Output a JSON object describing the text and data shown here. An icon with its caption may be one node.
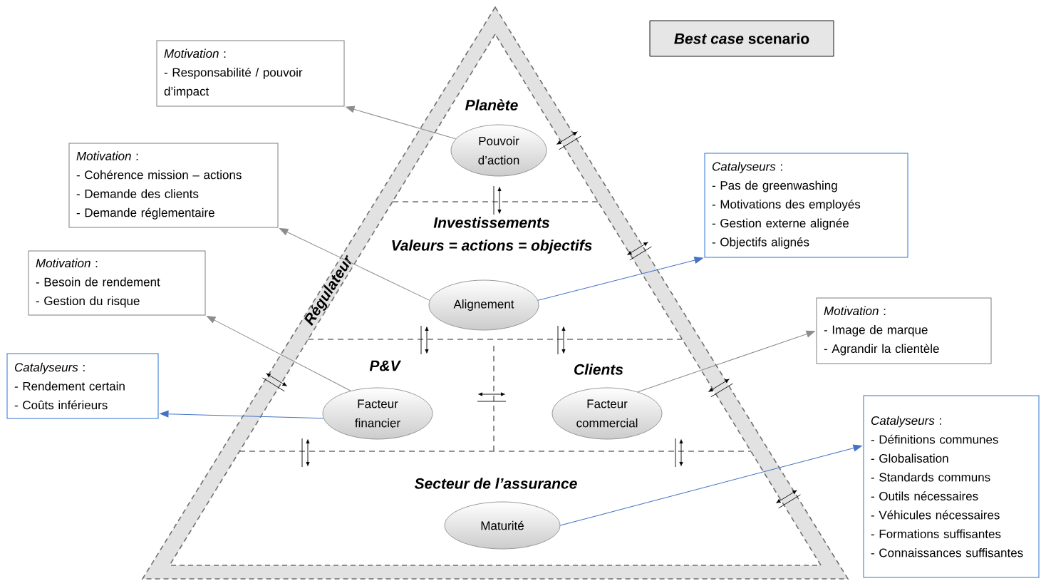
{
  "diagram": {
    "nodes": [
      {
        "text": [
          "*Best case* scenario"
        ]
      },
      {
        "text": [
          "*Motivation* :",
          "- Responsabilité / pouvoir d’impact"
        ]
      },
      {
        "text": [
          "*Motivation* :",
          "- Cohérence mission – actions",
          "- Demande des clients",
          "- Demande réglementaire"
        ]
      },
      {
        "text": [
          "*Motivation* :",
          "- Besoin de rendement",
          "- Gestion du risque"
        ]
      },
      {
        "text": [
          "*Catalyseurs* :",
          "- Rendement certain",
          "- Coûts inférieurs"
        ]
      },
      {
        "text": [
          "*Catalyseurs* :",
          "- Pas de greenwashing",
          "- Motivations des employés",
          "- Gestion externe alignée",
          "- Objectifs alignés"
        ]
      },
      {
        "text": [
          "*Motivation* :",
          "- Image de marque",
          "- Agrandir la clientèle"
        ]
      },
      {
        "text": [
          "*Catalyseurs* :",
          "- Définitions communes",
          "- Globalisation",
          "- Standards communs",
          "- Outils nécessaires",
          "- Véhicules nécessaires",
          "- Formations suffisantes",
          "- Connaissances suffisantes"
        ]
      },
      {
        "text": [
          "Pouvoir d’action"
        ]
      },
      {
        "text": [
          "Alignement"
        ]
      },
      {
        "text": [
          "Facteur financier"
        ]
      },
      {
        "text": [
          "Facteur commercial"
        ]
      },
      {
        "text": [
          "Maturité"
        ]
      }
    ],
    "edges": [
      {
        "from": 8,
        "to": 1,
        "arrow": "to",
        "color": "#8c8c8c"
      },
      {
        "from": 9,
        "to": 2,
        "arrow": "to",
        "color": "#8c8c8c"
      },
      {
        "from": 10,
        "to": 3,
        "arrow": "to",
        "color": "#8c8c8c"
      },
      {
        "from": 10,
        "to": 4,
        "arrow": "to",
        "color": "#4472c4"
      },
      {
        "from": 9,
        "to": 5,
        "arrow": "to",
        "color": "#4472c4"
      },
      {
        "from": 11,
        "to": 6,
        "arrow": "to",
        "color": "#8c8c8c"
      },
      {
        "from": 12,
        "to": 7,
        "arrow": "to",
        "color": "#4472c4"
      }
    ],
    "labels": [
      "Régulateur",
      "Planète",
      "Investissements",
      "Valeurs = actions = objectifs",
      "P&V",
      "Clients",
      "Secteur de l’assurance"
    ]
  }
}
